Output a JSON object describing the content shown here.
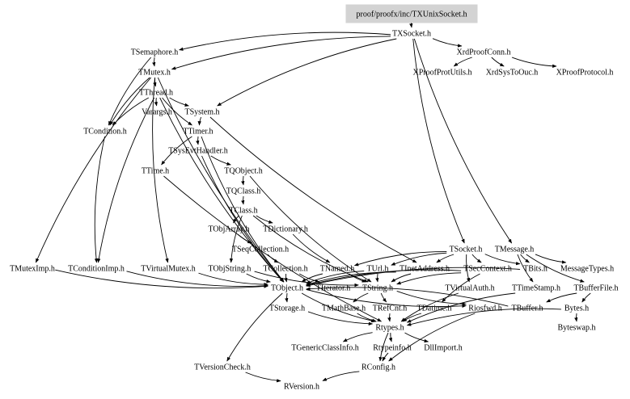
{
  "graph": {
    "root": "proof/proofx/inc/TXUnixSocket.h",
    "root_fill": "#d3d3d3",
    "edge_color": "#000000",
    "nodes": [
      {
        "id": "root",
        "label": "proof/proofx/inc/TXUnixSocket.h"
      },
      {
        "id": "TXSocket",
        "label": "TXSocket.h"
      },
      {
        "id": "TSemaphore",
        "label": "TSemaphore.h"
      },
      {
        "id": "XrdProofConn",
        "label": "XrdProofConn.h"
      },
      {
        "id": "TMutex",
        "label": "TMutex.h"
      },
      {
        "id": "XProofProtUtils",
        "label": "XProofProtUtils.h"
      },
      {
        "id": "XrdSysToOuc",
        "label": "XrdSysToOuc.h"
      },
      {
        "id": "XProofProtocol",
        "label": "XProofProtocol.h"
      },
      {
        "id": "TThread",
        "label": "TThread.h"
      },
      {
        "id": "Varargs",
        "label": "Varargs.h"
      },
      {
        "id": "TSystem",
        "label": "TSystem.h"
      },
      {
        "id": "TCondition",
        "label": "TCondition.h"
      },
      {
        "id": "TTimer",
        "label": "TTimer.h"
      },
      {
        "id": "TSysEvtHandler",
        "label": "TSysEvtHandler.h"
      },
      {
        "id": "TTime",
        "label": "TTime.h"
      },
      {
        "id": "TQObject",
        "label": "TQObject.h"
      },
      {
        "id": "TQClass",
        "label": "TQClass.h"
      },
      {
        "id": "TClass",
        "label": "TClass.h"
      },
      {
        "id": "TObjArray",
        "label": "TObjArray.h"
      },
      {
        "id": "TDictionary",
        "label": "TDictionary.h"
      },
      {
        "id": "TSeqCollection",
        "label": "TSeqCollection.h"
      },
      {
        "id": "TSocket",
        "label": "TSocket.h"
      },
      {
        "id": "TMessage",
        "label": "TMessage.h"
      },
      {
        "id": "TMutexImp",
        "label": "TMutexImp.h"
      },
      {
        "id": "TConditionImp",
        "label": "TConditionImp.h"
      },
      {
        "id": "TVirtualMutex",
        "label": "TVirtualMutex.h"
      },
      {
        "id": "TObjString",
        "label": "TObjString.h"
      },
      {
        "id": "TCollection",
        "label": "TCollection.h"
      },
      {
        "id": "TNamed",
        "label": "TNamed.h"
      },
      {
        "id": "TUrl",
        "label": "TUrl.h"
      },
      {
        "id": "TInetAddress",
        "label": "TInetAddress.h"
      },
      {
        "id": "TSecContext",
        "label": "TSecContext.h"
      },
      {
        "id": "TBits",
        "label": "TBits.h"
      },
      {
        "id": "MessageTypes",
        "label": "MessageTypes.h"
      },
      {
        "id": "TObject",
        "label": "TObject.h"
      },
      {
        "id": "TIterator",
        "label": "TIterator.h"
      },
      {
        "id": "TString",
        "label": "TString.h"
      },
      {
        "id": "TVirtualAuth",
        "label": "TVirtualAuth.h"
      },
      {
        "id": "TTimeStamp",
        "label": "TTimeStamp.h"
      },
      {
        "id": "TBufferFile",
        "label": "TBufferFile.h"
      },
      {
        "id": "TStorage",
        "label": "TStorage.h"
      },
      {
        "id": "TMathBase",
        "label": "TMathBase.h"
      },
      {
        "id": "TRefCnt",
        "label": "TRefCnt.h"
      },
      {
        "id": "TDatime",
        "label": "TDatime.h"
      },
      {
        "id": "Riosfwd",
        "label": "Riosfwd.h"
      },
      {
        "id": "TBuffer",
        "label": "TBuffer.h"
      },
      {
        "id": "Bytes",
        "label": "Bytes.h"
      },
      {
        "id": "Rtypes",
        "label": "Rtypes.h"
      },
      {
        "id": "Byteswap",
        "label": "Byteswap.h"
      },
      {
        "id": "TGenericClassInfo",
        "label": "TGenericClassInfo.h"
      },
      {
        "id": "Rtypeinfo",
        "label": "Rtypeinfo.h"
      },
      {
        "id": "DllImport",
        "label": "DllImport.h"
      },
      {
        "id": "RConfig",
        "label": "RConfig.h"
      },
      {
        "id": "TVersionCheck",
        "label": "TVersionCheck.h"
      },
      {
        "id": "RVersion",
        "label": "RVersion.h"
      }
    ],
    "edges": [
      [
        "root",
        "TXSocket"
      ],
      [
        "TXSocket",
        "TSemaphore"
      ],
      [
        "TXSocket",
        "TMutex"
      ],
      [
        "TXSocket",
        "XrdProofConn"
      ],
      [
        "TXSocket",
        "TSystem"
      ],
      [
        "TXSocket",
        "TSocket"
      ],
      [
        "TXSocket",
        "TMessage"
      ],
      [
        "XrdProofConn",
        "XProofProtUtils"
      ],
      [
        "XrdProofConn",
        "XrdSysToOuc"
      ],
      [
        "XrdProofConn",
        "XProofProtocol"
      ],
      [
        "TSemaphore",
        "TMutex"
      ],
      [
        "TSemaphore",
        "TCondition"
      ],
      [
        "TMutex",
        "TThread"
      ],
      [
        "TMutex",
        "TCondition"
      ],
      [
        "TMutex",
        "TMutexImp"
      ],
      [
        "TMutex",
        "TVirtualMutex"
      ],
      [
        "TMutex",
        "TObject"
      ],
      [
        "TThread",
        "Varargs"
      ],
      [
        "TThread",
        "TSystem"
      ],
      [
        "TThread",
        "TTimer"
      ],
      [
        "TThread",
        "TCondition"
      ],
      [
        "TThread",
        "TConditionImp"
      ],
      [
        "TThread",
        "TObject"
      ],
      [
        "TSystem",
        "TTimer"
      ],
      [
        "TSystem",
        "TInetAddress"
      ],
      [
        "TCondition",
        "TConditionImp"
      ],
      [
        "TTimer",
        "TSysEvtHandler"
      ],
      [
        "TTimer",
        "TTime"
      ],
      [
        "TTimer",
        "TObject"
      ],
      [
        "TSysEvtHandler",
        "TQObject"
      ],
      [
        "TSysEvtHandler",
        "TObject"
      ],
      [
        "TTime",
        "Rtypes"
      ],
      [
        "TQObject",
        "TQClass"
      ],
      [
        "TQObject",
        "TString"
      ],
      [
        "TQClass",
        "TClass"
      ],
      [
        "TClass",
        "TObjArray"
      ],
      [
        "TClass",
        "TDictionary"
      ],
      [
        "TClass",
        "TObjString"
      ],
      [
        "TClass",
        "TString"
      ],
      [
        "TObjArray",
        "TSeqCollection"
      ],
      [
        "TSeqCollection",
        "TCollection"
      ],
      [
        "TDictionary",
        "TNamed"
      ],
      [
        "TCollection",
        "TObject"
      ],
      [
        "TCollection",
        "TIterator"
      ],
      [
        "TSocket",
        "TSecContext"
      ],
      [
        "TSocket",
        "TNamed"
      ],
      [
        "TSocket",
        "TUrl"
      ],
      [
        "TSocket",
        "TInetAddress"
      ],
      [
        "TSocket",
        "TVirtualAuth"
      ],
      [
        "TSocket",
        "TBits"
      ],
      [
        "TMessage",
        "TBits"
      ],
      [
        "TMessage",
        "MessageTypes"
      ],
      [
        "TMessage",
        "TBufferFile"
      ],
      [
        "TMessage",
        "TTimeStamp"
      ],
      [
        "TNamed",
        "TObject"
      ],
      [
        "TNamed",
        "TString"
      ],
      [
        "TUrl",
        "TObject"
      ],
      [
        "TUrl",
        "TString"
      ],
      [
        "TInetAddress",
        "TObject"
      ],
      [
        "TInetAddress",
        "TString"
      ],
      [
        "TSecContext",
        "TObject"
      ],
      [
        "TSecContext",
        "TString"
      ],
      [
        "TSecContext",
        "TDatime"
      ],
      [
        "TBits",
        "TObject"
      ],
      [
        "TVirtualAuth",
        "Rtypes"
      ],
      [
        "TTimeStamp",
        "Rtypes"
      ],
      [
        "TBufferFile",
        "TBuffer"
      ],
      [
        "TBufferFile",
        "Bytes"
      ],
      [
        "TObject",
        "TStorage"
      ],
      [
        "TObject",
        "Rtypes"
      ],
      [
        "TObject",
        "Riosfwd"
      ],
      [
        "TObject",
        "TVersionCheck"
      ],
      [
        "TString",
        "TMathBase"
      ],
      [
        "TString",
        "TRefCnt"
      ],
      [
        "TString",
        "Riosfwd"
      ],
      [
        "TDatime",
        "Rtypes"
      ],
      [
        "TBuffer",
        "TObject"
      ],
      [
        "Bytes",
        "Byteswap"
      ],
      [
        "Bytes",
        "Rtypes"
      ],
      [
        "TStorage",
        "Rtypes"
      ],
      [
        "TMathBase",
        "Rtypes"
      ],
      [
        "TRefCnt",
        "Rtypes"
      ],
      [
        "Rtypes",
        "TGenericClassInfo"
      ],
      [
        "Rtypes",
        "Rtypeinfo"
      ],
      [
        "Rtypes",
        "DllImport"
      ],
      [
        "Rtypes",
        "RConfig"
      ],
      [
        "Rtypeinfo",
        "RConfig"
      ],
      [
        "Riosfwd",
        "RConfig"
      ],
      [
        "TVersionCheck",
        "RVersion"
      ],
      [
        "RConfig",
        "RVersion"
      ],
      [
        "TObjString",
        "TObject"
      ],
      [
        "TObjString",
        "TString"
      ],
      [
        "TVirtualMutex",
        "TObject"
      ],
      [
        "TMutexImp",
        "TObject"
      ],
      [
        "TConditionImp",
        "TObject"
      ]
    ]
  }
}
